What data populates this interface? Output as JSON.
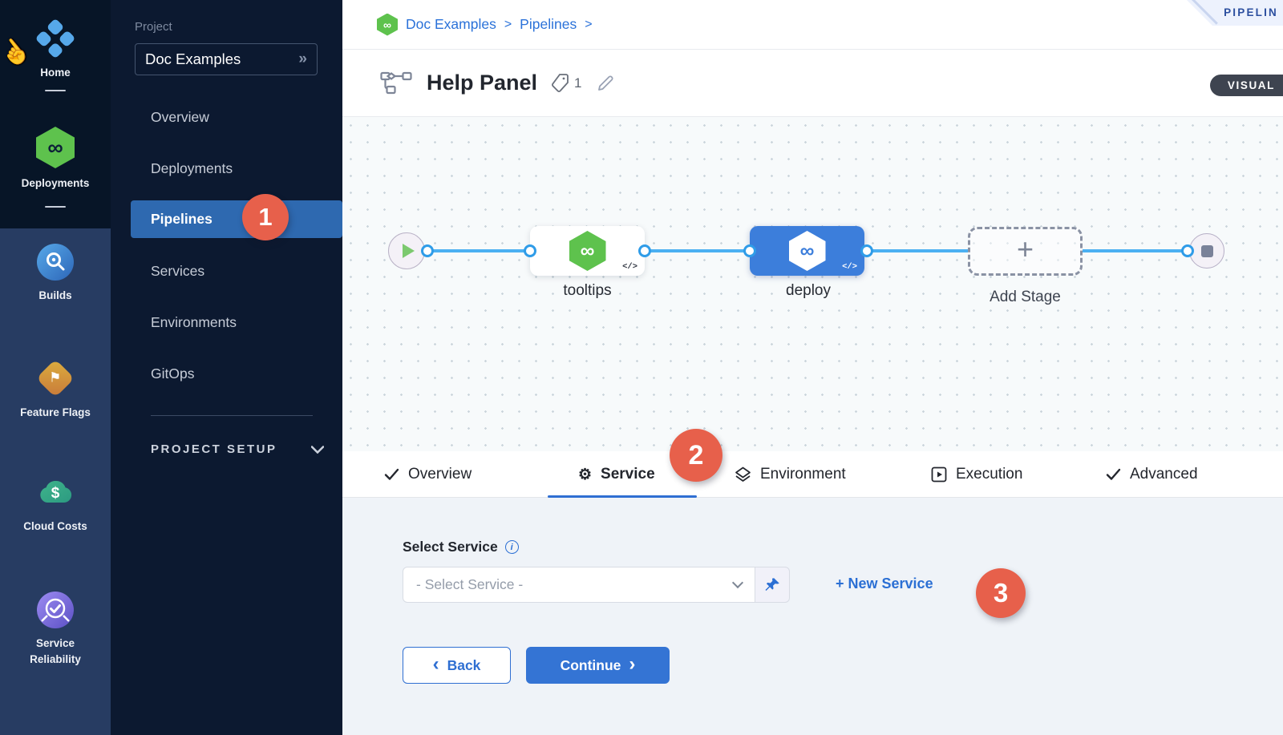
{
  "nav_rail": {
    "items": [
      {
        "label": "Home",
        "icon": "home-icon"
      },
      {
        "label": "Deployments",
        "icon": "deployments-icon"
      },
      {
        "label": "Builds",
        "icon": "builds-icon"
      },
      {
        "label": "Feature Flags",
        "icon": "feature-flags-icon"
      },
      {
        "label": "Cloud Costs",
        "icon": "cloud-costs-icon"
      },
      {
        "label": "Service Reliability",
        "icon": "service-reliability-icon"
      }
    ]
  },
  "project_nav": {
    "section_label": "Project",
    "project_name": "Doc Examples",
    "items": [
      "Overview",
      "Deployments",
      "Pipelines",
      "Services",
      "Environments",
      "GitOps"
    ],
    "active_item": "Pipelines",
    "setup_label": "PROJECT SETUP"
  },
  "breadcrumb": {
    "items": [
      "Doc Examples",
      "Pipelines"
    ],
    "separator": ">"
  },
  "header": {
    "title": "Help Panel",
    "tag_count": "1"
  },
  "corner_banner_text": "PIPELIN",
  "view_toggle_label": "VISUAL",
  "canvas": {
    "stages": [
      {
        "name": "tooltips",
        "style": "white-green"
      },
      {
        "name": "deploy",
        "style": "blue-selected"
      }
    ],
    "add_stage_label": "Add Stage"
  },
  "tabs": [
    {
      "label": "Overview"
    },
    {
      "label": "Service",
      "active": true
    },
    {
      "label": "Environment"
    },
    {
      "label": "Execution"
    },
    {
      "label": "Advanced"
    }
  ],
  "service_panel": {
    "select_label": "Select Service",
    "dropdown_placeholder": "- Select Service -",
    "new_service_label": "+ New Service",
    "back_label": "Back",
    "continue_label": "Continue"
  },
  "annotations": {
    "badge_1": "1",
    "badge_2": "2",
    "badge_3": "3"
  },
  "icons": {
    "infinity": "∞",
    "gear": "⚙",
    "flag": "⚑",
    "dollar": "$",
    "plus": "+",
    "chevrons_double": "»",
    "chevron_left": "‹",
    "chevron_right": "›",
    "code": "</>",
    "info": "i",
    "cursor": "☝"
  },
  "colors": {
    "accent_blue": "#2b72d9",
    "badge_red": "#e7604b",
    "sidebar_active": "#2e69b0",
    "node_blue": "#3c7edb",
    "harness_green": "#5ec24d",
    "edge_blue": "#4bb0f2"
  }
}
